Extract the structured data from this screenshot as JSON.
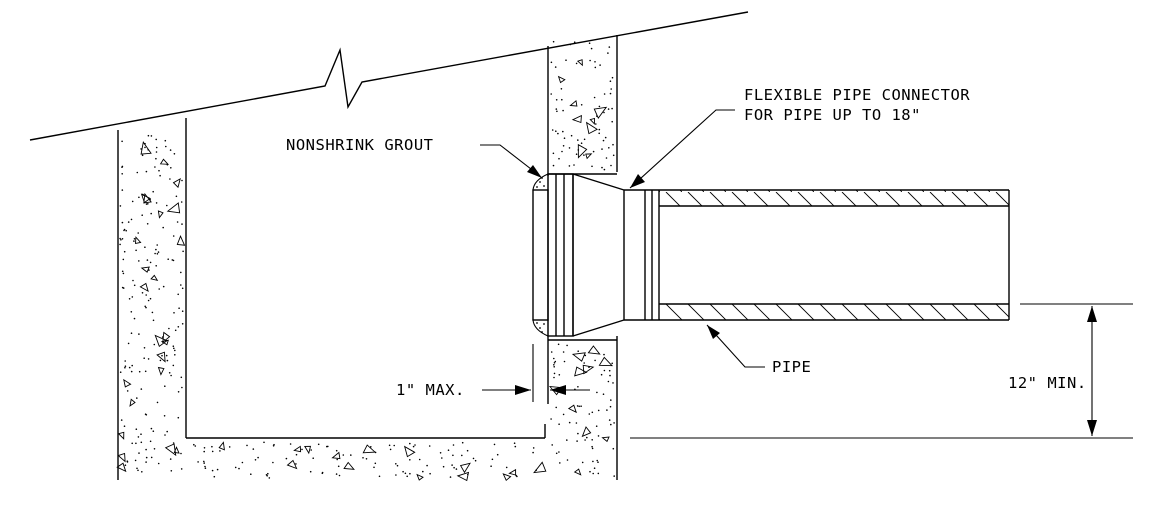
{
  "labels": {
    "nonshrink_grout": "NONSHRINK GROUT",
    "connector_line1": "FLEXIBLE PIPE CONNECTOR",
    "connector_line2": "FOR PIPE UP TO 18\"",
    "pipe": "PIPE",
    "max_gap": "1\" MAX.",
    "min_height": "12\" MIN."
  },
  "colors": {
    "line": "#000000",
    "background": "#ffffff"
  }
}
